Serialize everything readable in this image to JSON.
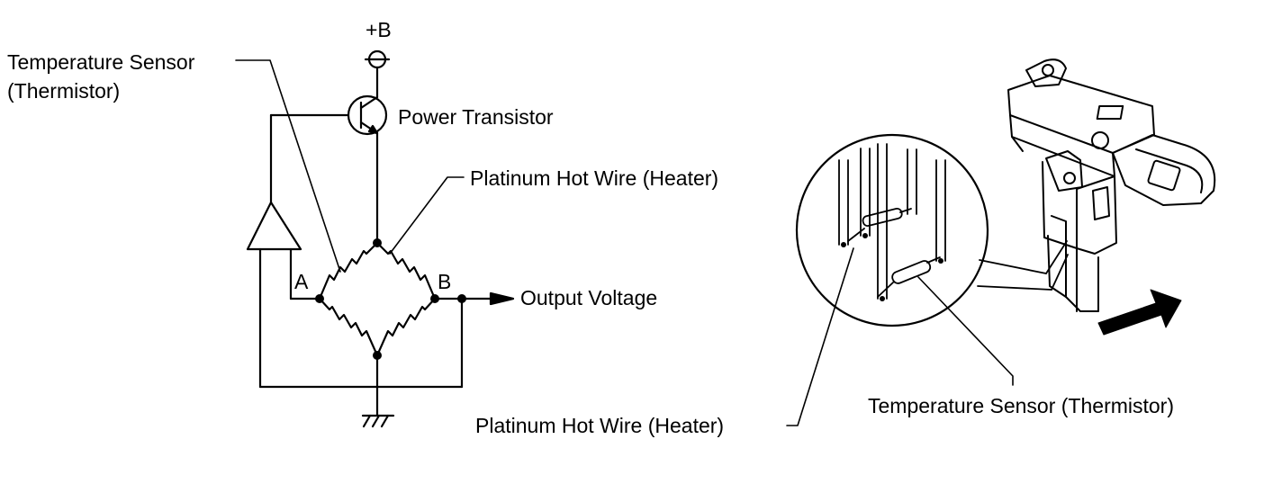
{
  "circuit": {
    "supply_label": "+B",
    "temp_sensor_label_line1": "Temperature Sensor",
    "temp_sensor_label_line2": "(Thermistor)",
    "transistor_label": "Power Transistor",
    "hot_wire_label": "Platinum Hot Wire (Heater)",
    "node_a_label": "A",
    "node_b_label": "B",
    "output_label": "Output Voltage"
  },
  "sensor_illustration": {
    "hot_wire_label": "Platinum Hot Wire (Heater)",
    "temp_sensor_label": "Temperature Sensor (Thermistor)"
  },
  "colors": {
    "ink": "#000000",
    "background": "#ffffff"
  }
}
